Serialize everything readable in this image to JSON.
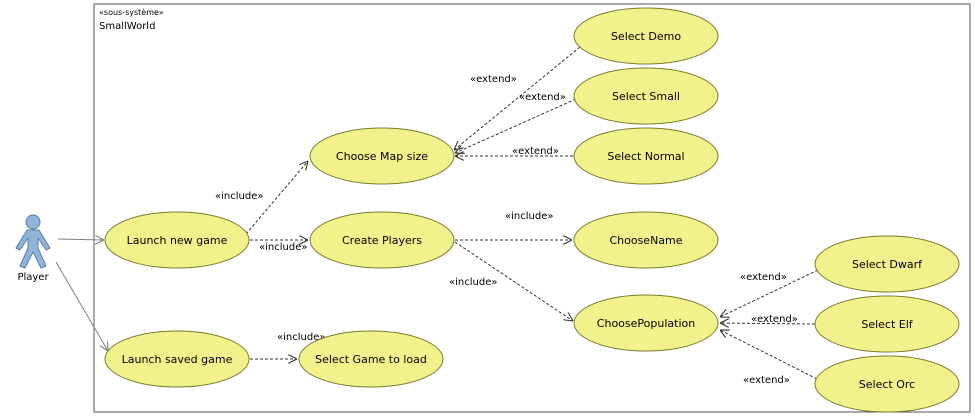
{
  "system": {
    "stereotype": "«sous-système»",
    "name": "SmallWorld"
  },
  "actor": {
    "name": "Player"
  },
  "use_cases": {
    "launch_new_game": "Launch new game",
    "launch_saved_game": "Launch saved game",
    "choose_map_size": "Choose Map size",
    "create_players": "Create Players",
    "select_game_to_load": "Select Game to load",
    "select_demo": "Select Demo",
    "select_small": "Select Small",
    "select_normal": "Select Normal",
    "choose_name": "ChooseName",
    "choose_population": "ChoosePopulation",
    "select_dwarf": "Select Dwarf",
    "select_elf": "Select Elf",
    "select_orc": "Select Orc"
  },
  "relations": {
    "include_map_size": "«include»",
    "include_create_players": "«include»",
    "include_choose_name": "«include»",
    "include_choose_population": "«include»",
    "include_select_game": "«include»",
    "extend_demo": "«extend»",
    "extend_small": "«extend»",
    "extend_normal": "«extend»",
    "extend_dwarf": "«extend»",
    "extend_elf": "«extend»",
    "extend_orc": "«extend»"
  },
  "colors": {
    "use_case_fill": "#f2f28c",
    "use_case_stroke": "#7a7a2a",
    "actor_fill": "#8fb4d8",
    "actor_stroke": "#5a7fa8",
    "line": "#808080",
    "dashed": "#333333"
  }
}
